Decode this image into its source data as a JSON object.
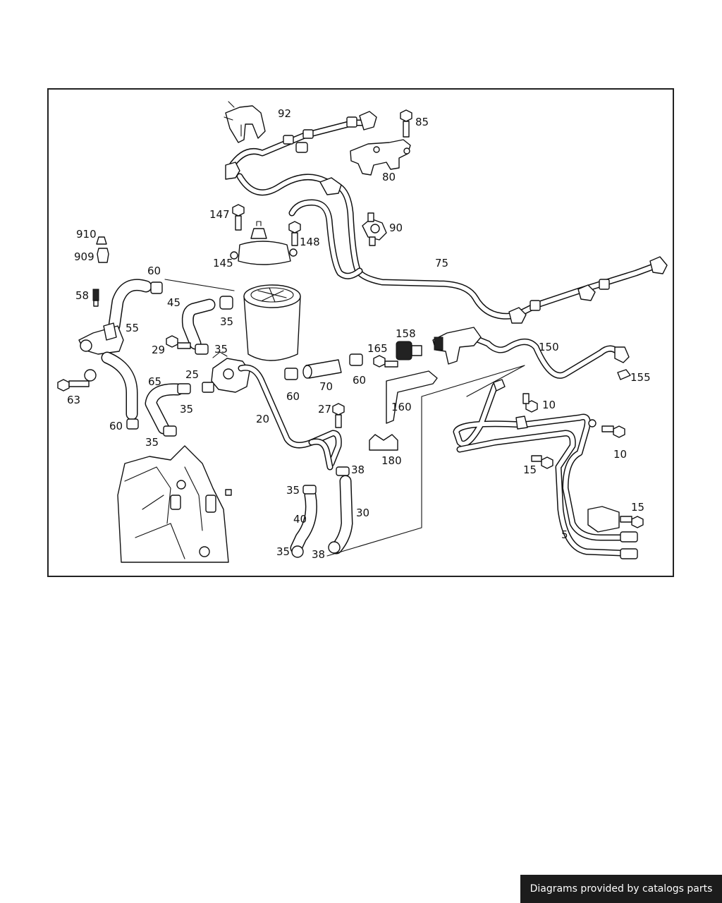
{
  "footer": {
    "credit": "Diagrams provided by catalogs parts"
  },
  "labels": {
    "p92": "92",
    "p85": "85",
    "p80": "80",
    "p90": "90",
    "p147": "147",
    "p148": "148",
    "p145": "145",
    "p910": "910",
    "p909": "909",
    "p58": "58",
    "p60a": "60",
    "p45": "45",
    "p35a": "35",
    "p55": "55",
    "p29": "29",
    "p35b": "35",
    "p25": "25",
    "p63": "63",
    "p65": "65",
    "p35c": "35",
    "p60b": "60",
    "p35d": "35",
    "p60c": "60",
    "p70": "70",
    "p60d": "60",
    "p165": "165",
    "p158": "158",
    "p75": "75",
    "p150": "150",
    "p155": "155",
    "p160": "160",
    "p27": "27",
    "p20": "20",
    "p180": "180",
    "p10a": "10",
    "p10b": "10",
    "p15a": "15",
    "p15b": "15",
    "p5": "5",
    "p38a": "38",
    "p35e": "35",
    "p40": "40",
    "p30": "30",
    "p35f": "35",
    "p38b": "38"
  }
}
